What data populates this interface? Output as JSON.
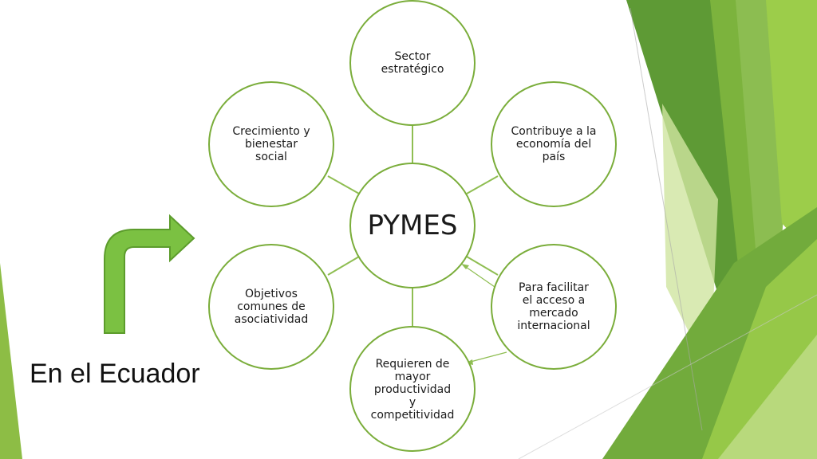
{
  "diagram": {
    "center_label": "PYMES",
    "nodes": [
      {
        "id": "sector",
        "label": "Sector\nestratégico"
      },
      {
        "id": "contribuye",
        "label": "Contribuye a la\neconomía del\npaís"
      },
      {
        "id": "facilitar",
        "label": "Para facilitar\nel acceso a\nmercado\ninternacional"
      },
      {
        "id": "requieren",
        "label": "Requieren de\nmayor\nproductividad\ny\ncompetitividad"
      },
      {
        "id": "objetivos",
        "label": "Objetivos\ncomunes de\nasociatividad"
      },
      {
        "id": "crecimiento",
        "label": "Crecimiento y\nbienestar\nsocial"
      }
    ]
  },
  "caption": "En el Ecuador",
  "colors": {
    "node_stroke": "#7aad3a",
    "connector": "#8fbe52",
    "arrow_fill": "#7bc142",
    "arrow_stroke": "#5c9c2c",
    "accent_dark": "#5e9a35",
    "accent_light": "#9ccd4a",
    "accent_pale": "#cfe5a0"
  }
}
